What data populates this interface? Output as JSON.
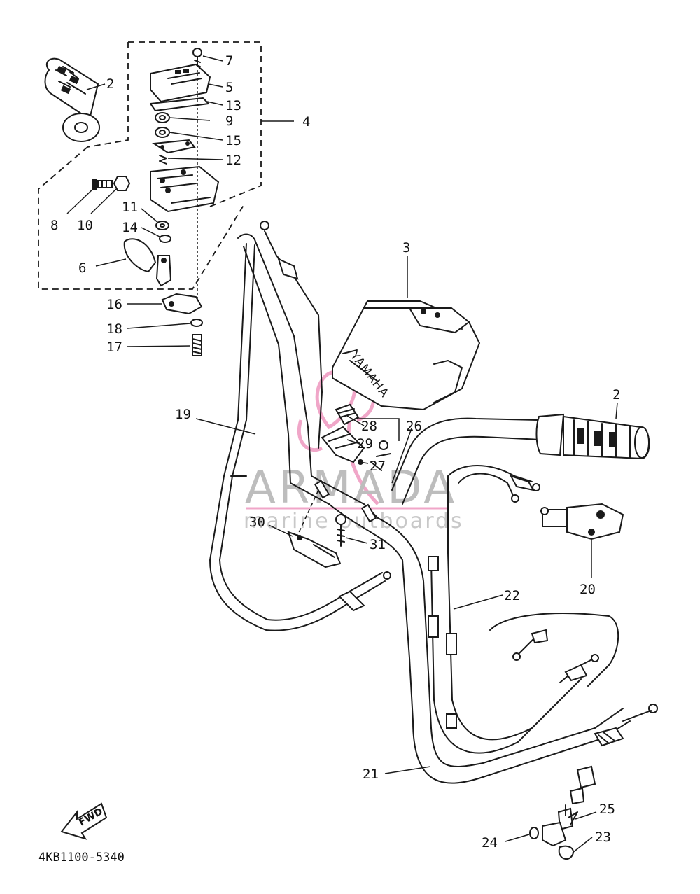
{
  "diagram_code": "4KB1100-5340",
  "fwd_label": "FWD",
  "brand_text": "YAMAHA",
  "watermark": {
    "title": "ARMADA",
    "subtitle": "marine outboards",
    "logo_color": "#f0a6c8"
  },
  "callouts": {
    "c2a": "2",
    "c2b": "2",
    "c3": "3",
    "c4": "4",
    "c5": "5",
    "c6": "6",
    "c7": "7",
    "c8": "8",
    "c9": "9",
    "c10": "10",
    "c11": "11",
    "c12": "12",
    "c13": "13",
    "c14": "14",
    "c15": "15",
    "c16": "16",
    "c17": "17",
    "c18": "18",
    "c19": "19",
    "c20": "20",
    "c21": "21",
    "c22": "22",
    "c23": "23",
    "c24": "24",
    "c25": "25",
    "c26": "26",
    "c27": "27",
    "c28": "28",
    "c29": "29",
    "c30": "30",
    "c31": "31"
  }
}
